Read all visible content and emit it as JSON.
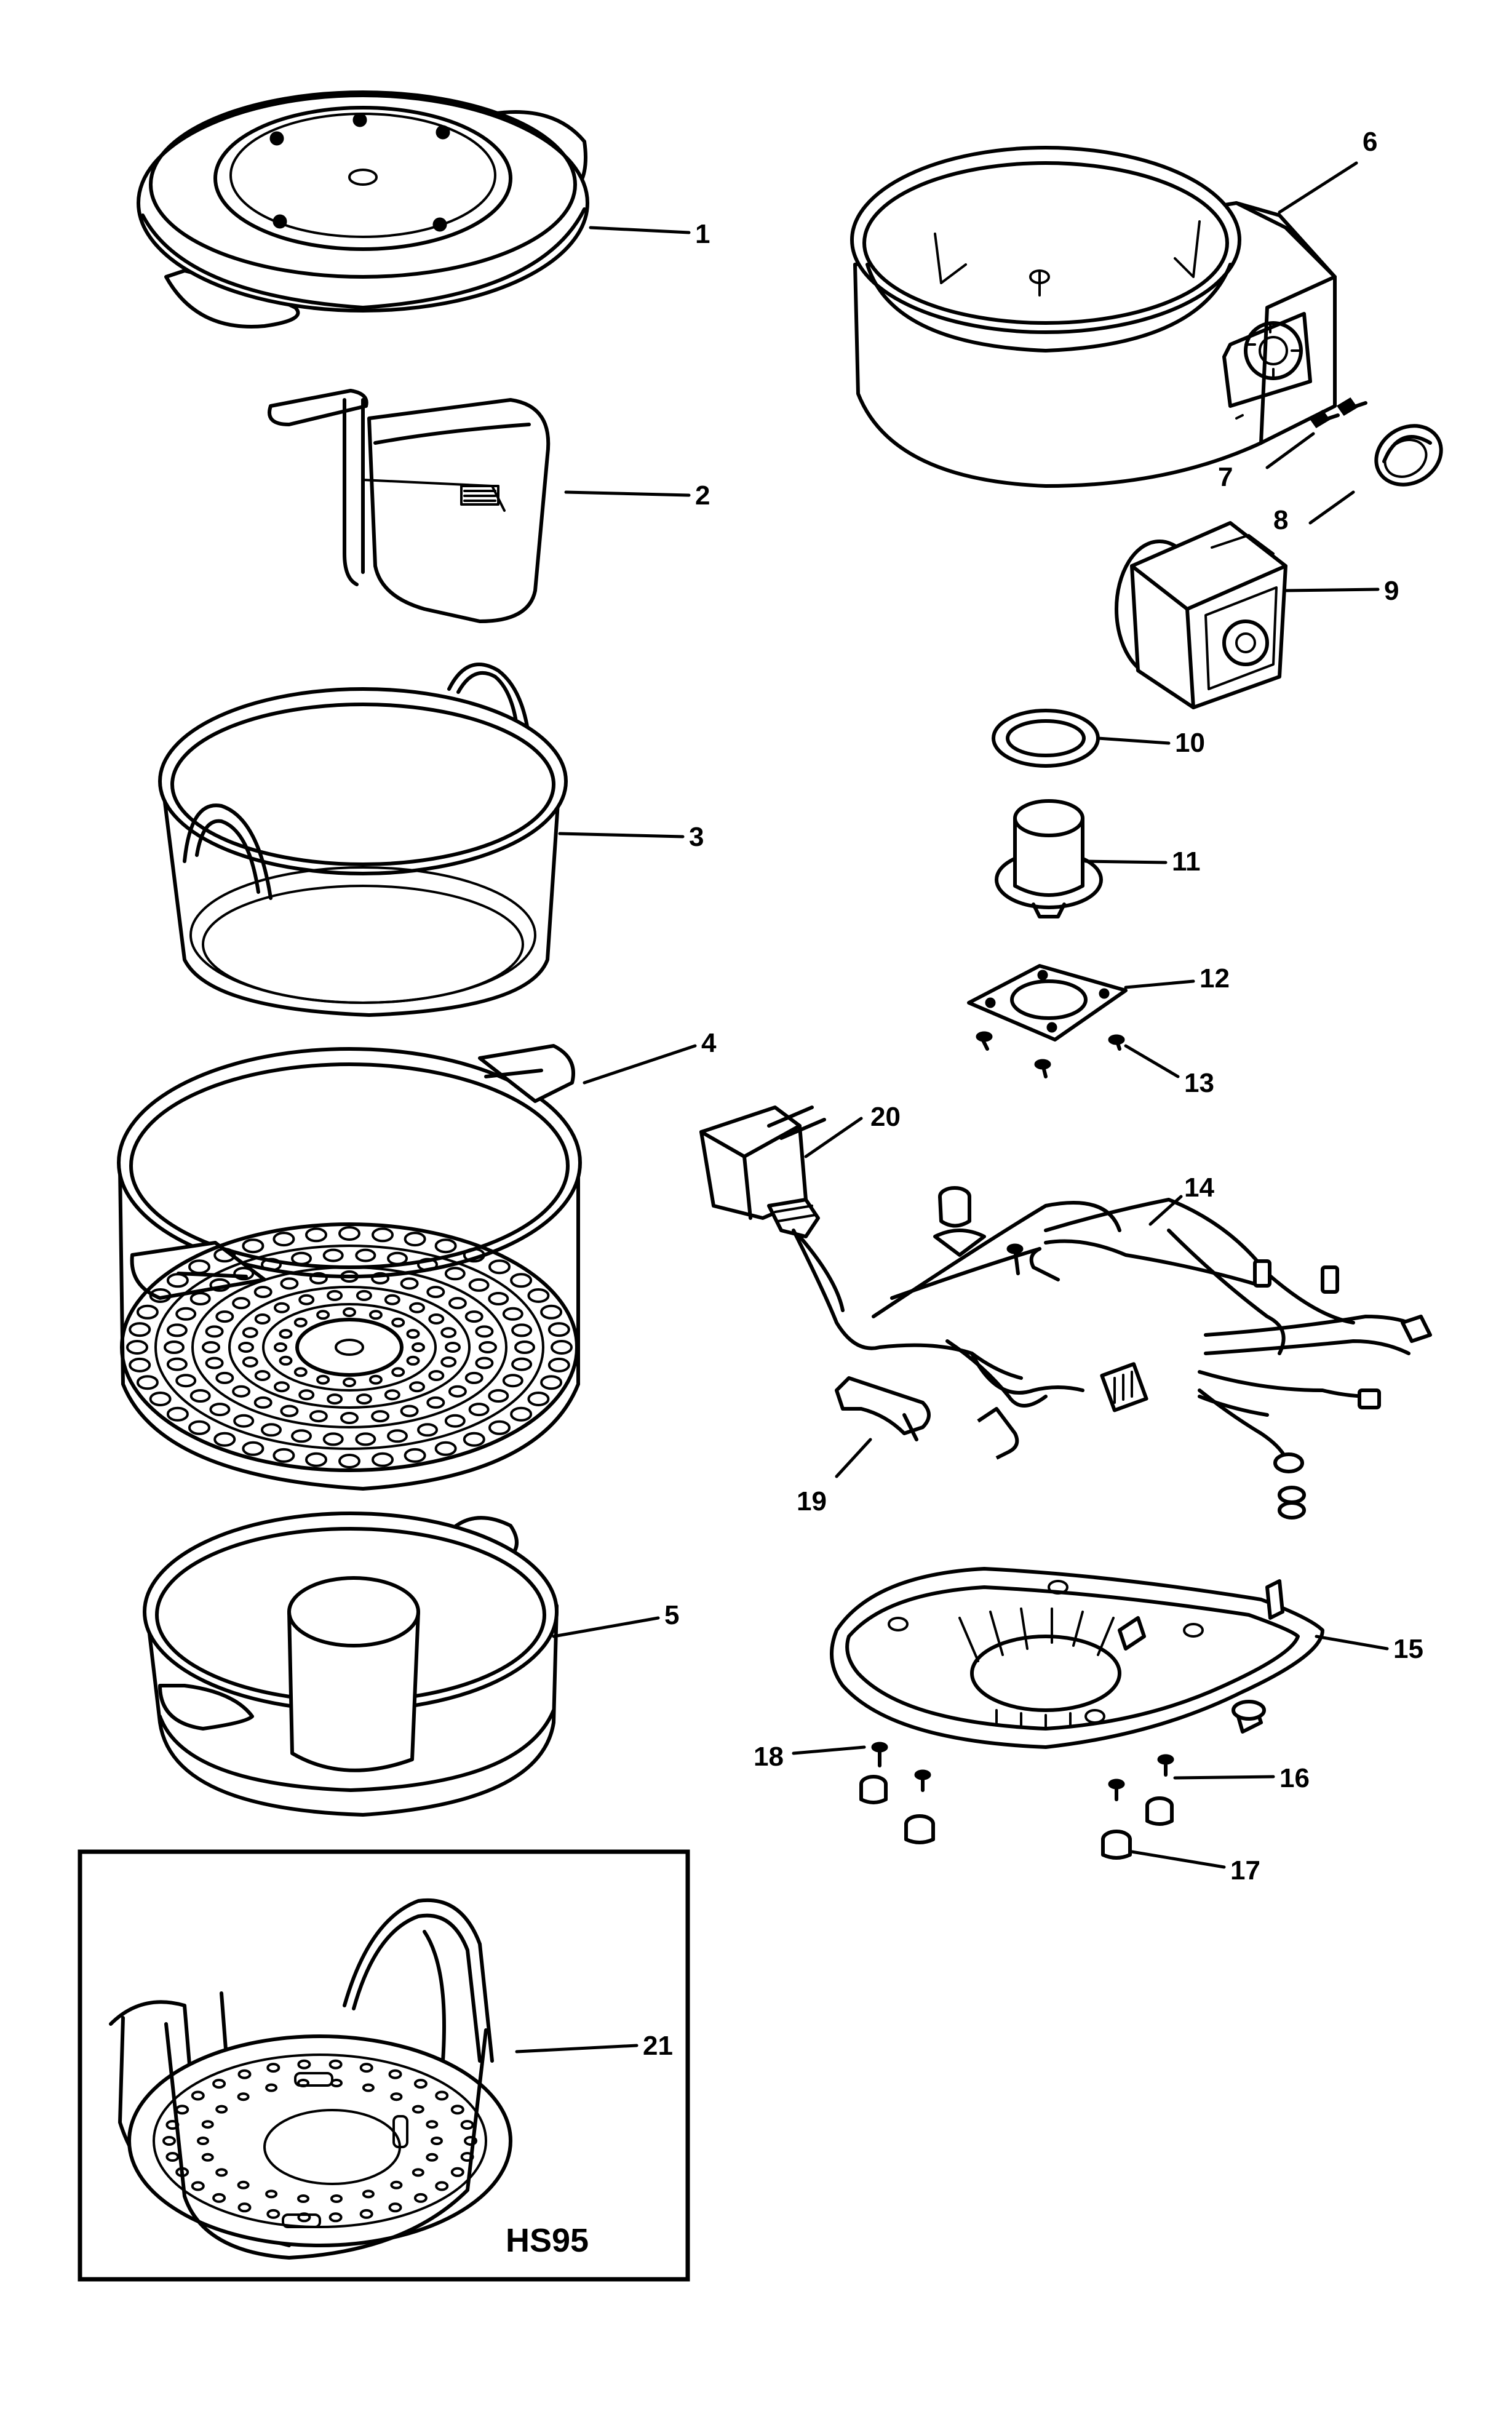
{
  "labels": {
    "p1": "1",
    "p2": "2",
    "p3": "3",
    "p4": "4",
    "p5": "5",
    "p6": "6",
    "p7": "7",
    "p8": "8",
    "p9": "9",
    "p10": "10",
    "p11": "11",
    "p12": "12",
    "p13": "13",
    "p14": "14",
    "p15": "15",
    "p16": "16",
    "p17": "17",
    "p18": "18",
    "p19": "19",
    "p20": "20",
    "p21": "21"
  },
  "inset": {
    "model": "HS95"
  }
}
